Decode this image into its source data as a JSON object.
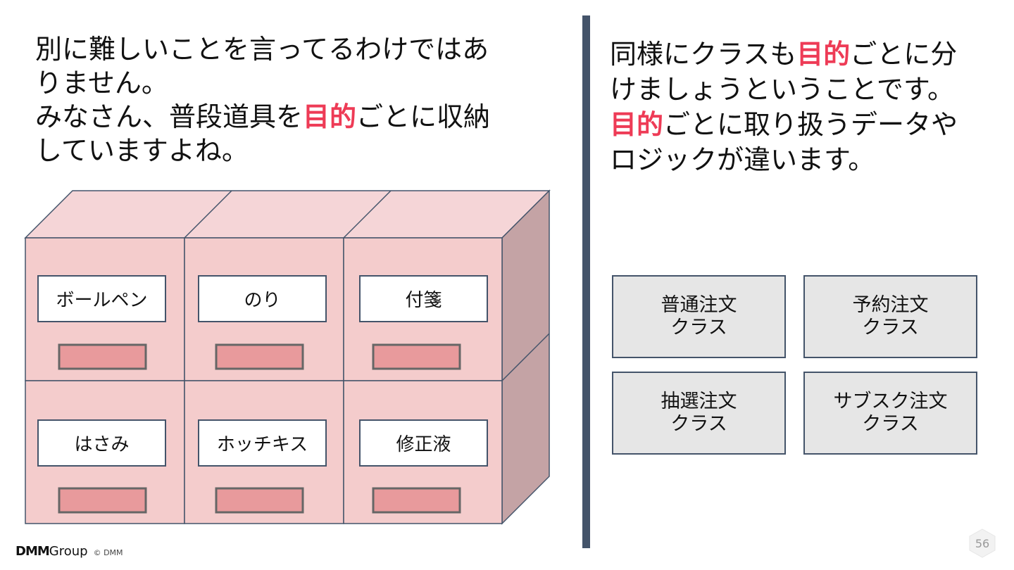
{
  "left_text": {
    "line1": "別に難しいことを言ってるわけではあ",
    "line2": "りません。",
    "line3_pre": "みなさん、普段道具を",
    "line3_hl": "目的",
    "line3_post": "ごとに収納",
    "line4": "していますよね。"
  },
  "right_text": {
    "line1_pre": "同様にクラスも",
    "line1_hl": "目的",
    "line1_post": "ごとに分",
    "line2": "けましょうということです。",
    "line3_hl": "目的",
    "line3_post": "ごとに取り扱うデータや",
    "line4": "ロジックが違います。"
  },
  "drawers": [
    "ボールペン",
    "のり",
    "付箋",
    "はさみ",
    "ホッチキス",
    "修正液"
  ],
  "classes": [
    {
      "line1": "普通注文",
      "line2": "クラス"
    },
    {
      "line1": "予約注文",
      "line2": "クラス"
    },
    {
      "line1": "抽選注文",
      "line2": "クラス"
    },
    {
      "line1": "サブスク注文",
      "line2": "クラス"
    }
  ],
  "footer": {
    "brand": "DMM",
    "group": "Group",
    "copyright": "© DMM"
  },
  "page_number": "56",
  "colors": {
    "highlight": "#ee3b56",
    "divider": "#44546a",
    "cabinet_front": "#f4cccc",
    "cabinet_top": "#f5d5d7",
    "cabinet_side": "#c4a3a5",
    "handle": "#e89a9c",
    "class_box": "#e6e6e6"
  }
}
